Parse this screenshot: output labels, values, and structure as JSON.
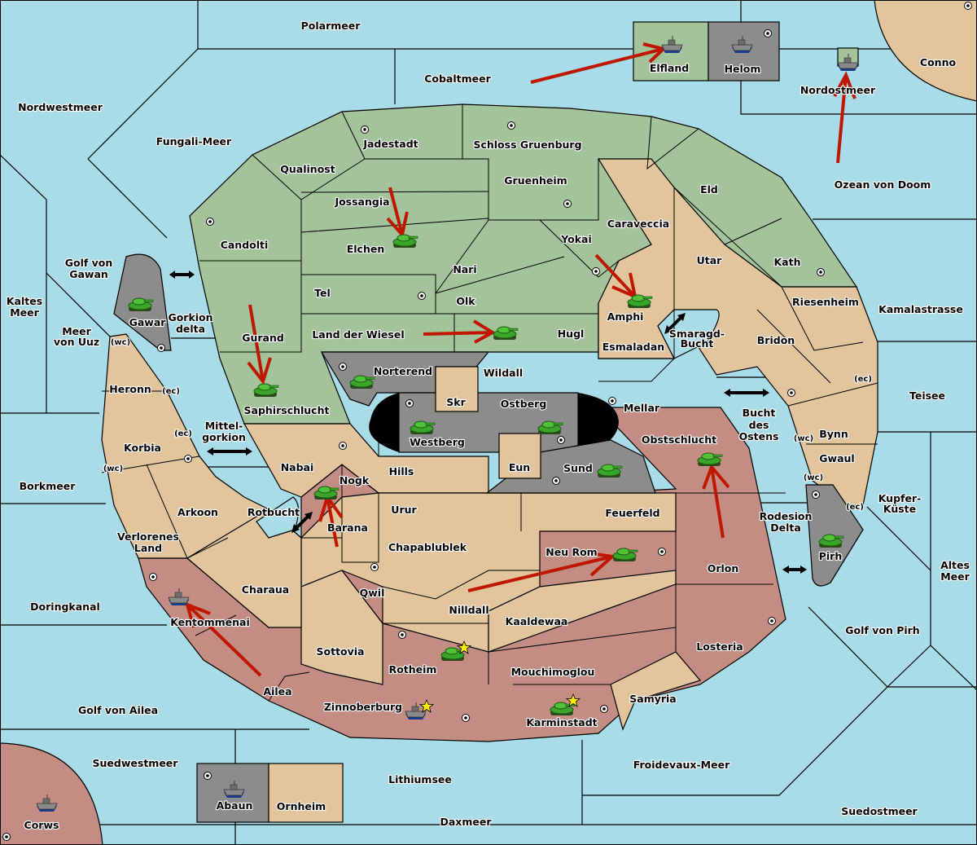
{
  "map": {
    "title": "Diplomacy-style variant map",
    "colors": {
      "sea": "#a8dce9",
      "green_power": "#a3c49a",
      "tan_neutral": "#e2c59c",
      "red_power": "#c38d84",
      "gray_power": "#8c8c8c",
      "order_arrow": "#c01800",
      "border": "#000000"
    },
    "sea_regions": [
      "Polarmeer",
      "Cobaltmeer",
      "Nordwestmeer",
      "Fungali-Meer",
      "Nordostmeer",
      "Ozean von Doom",
      "Kamalastrasse",
      "Teisee",
      "Kupfer-Küste",
      "Altes Meer",
      "Golf von Pirh",
      "Suedostmeer",
      "Froidevaux-Meer",
      "Daxmeer",
      "Lithiumsee",
      "Suedwestmeer",
      "Golf von Ailea",
      "Doringkanal",
      "Borkmeer",
      "Kaltes Meer",
      "Meer von Uuz",
      "Golf von Gawan",
      "Gorkion delta",
      "Mittel-gorkion",
      "Rotbucht",
      "Smaragd-Bucht",
      "Bucht des Ostens",
      "Rodesion Delta"
    ],
    "labels": {
      "polarmeer": "Polarmeer",
      "cobaltmeer": "Cobaltmeer",
      "nordwestmeer": "Nordwestmeer",
      "fungali": "Fungali-Meer",
      "nordostmeer": "Nordostmeer",
      "ozean": "Ozean von Doom",
      "conno": "Conno",
      "elfland": "Elfland",
      "helom": "Helom",
      "kamalastrasse": "Kamalastrasse",
      "teisee": "Teisee",
      "kupfer1": "Kupfer-",
      "kupfer2": "Küste",
      "altes1": "Altes",
      "altes2": "Meer",
      "golfpirh": "Golf von Pirh",
      "suedostmeer": "Suedostmeer",
      "froidevaux": "Froidevaux-Meer",
      "daxmeer": "Daxmeer",
      "lithiumsee": "Lithiumsee",
      "suedwestmeer": "Suedwestmeer",
      "golfailea": "Golf von Ailea",
      "doringkanal": "Doringkanal",
      "borkmeer": "Borkmeer",
      "kaltes1": "Kaltes",
      "kaltes2": "Meer",
      "uuz1": "Meer",
      "uuz2": "von Uuz",
      "gawan1": "Golf von",
      "gawan2": "Gawan",
      "gorkion1": "Gorkion",
      "gorkion2": "delta",
      "mittel1": "Mittel-",
      "mittel2": "gorkion",
      "rotbucht": "Rotbucht",
      "smaragd1": "Smaragd-",
      "smaragd2": "Bucht",
      "buchtost1": "Bucht",
      "buchtost2": "des",
      "buchtost3": "Ostens",
      "rodesion1": "Rodesion",
      "rodesion2": "Delta",
      "corws": "Corws",
      "abaun": "Abaun",
      "ornheim": "Ornheim",
      "jadestadt": "Jadestadt",
      "schloss": "Schloss Gruenburg",
      "qualinost": "Qualinost",
      "candolti": "Candolti",
      "jossangia": "Jossangia",
      "elchen": "Elchen",
      "gruenheim": "Gruenheim",
      "caraveccia": "Caraveccia",
      "eld": "Eld",
      "kath": "Kath",
      "utar": "Utar",
      "yokai": "Yokai",
      "nari": "Nari",
      "tel": "Tel",
      "olk": "Olk",
      "amphi": "Amphi",
      "gurand": "Gurand",
      "wiesel": "Land der Wiesel",
      "hugl": "Hugl",
      "esmaladan": "Esmaladan",
      "riesenheim": "Riesenheim",
      "bridon": "Bridon",
      "gawar": "Gawar",
      "heronn": "Heronn",
      "korbia": "Korbia",
      "norterend": "Norterend",
      "wildall": "Wildall",
      "saphir": "Saphirschlucht",
      "skr": "Skr",
      "ostberg": "Ostberg",
      "westberg": "Westberg",
      "mellar": "Mellar",
      "bynn": "Bynn",
      "gwaul": "Gwaul",
      "obstschlucht": "Obstschlucht",
      "nabai": "Nabai",
      "hills": "Hills",
      "eun": "Eun",
      "sund": "Sund",
      "nogk": "Nogk",
      "arkoon": "Arkoon",
      "urur": "Urur",
      "feuerfeld": "Feuerfeld",
      "barana": "Barana",
      "verlorenes1": "Verlorenes",
      "verlorenes2": "Land",
      "chapa": "Chapablublek",
      "neurom": "Neu Rom",
      "orlon": "Orlon",
      "pirh": "Pirh",
      "charaua": "Charaua",
      "qwil": "Qwil",
      "nilldall": "Nilldall",
      "kentommenai": "Kentommenai",
      "kaaldewaa": "Kaaldewaa",
      "losteria": "Losteria",
      "sottovia": "Sottovia",
      "rotheim": "Rotheim",
      "mouchimoglou": "Mouchimoglou",
      "ailea": "Ailea",
      "zinnoberburg": "Zinnoberburg",
      "karminstadt": "Karminstadt",
      "samyria": "Samyria",
      "wc": "(wc)",
      "ec": "(ec)"
    },
    "units": [
      {
        "type": "fleet",
        "province": "Elfland"
      },
      {
        "type": "fleet",
        "province": "Helom"
      },
      {
        "type": "fleet",
        "province": "Nordostmeer"
      },
      {
        "type": "army",
        "province": "Elchen"
      },
      {
        "type": "army",
        "province": "Amphi"
      },
      {
        "type": "army",
        "province": "Hugl"
      },
      {
        "type": "army",
        "province": "Gawar"
      },
      {
        "type": "army",
        "province": "Saphirschlucht"
      },
      {
        "type": "army",
        "province": "Norterend"
      },
      {
        "type": "army",
        "province": "Westberg"
      },
      {
        "type": "army",
        "province": "Ostberg"
      },
      {
        "type": "army",
        "province": "Sund"
      },
      {
        "type": "army",
        "province": "Obstschlucht"
      },
      {
        "type": "army",
        "province": "Nogk"
      },
      {
        "type": "army",
        "province": "Neu Rom"
      },
      {
        "type": "army",
        "province": "Pirh"
      },
      {
        "type": "fleet",
        "province": "Kentommenai"
      },
      {
        "type": "army",
        "province": "Rotheim",
        "new_build": true
      },
      {
        "type": "fleet",
        "province": "Zinnoberburg",
        "new_build": true
      },
      {
        "type": "army",
        "province": "Karminstadt",
        "new_build": true
      },
      {
        "type": "fleet",
        "province": "Corws"
      },
      {
        "type": "fleet",
        "province": "Abaun"
      }
    ],
    "orders": [
      {
        "from": "Cobaltmeer",
        "to": "Elfland"
      },
      {
        "from": "Ozean von Doom",
        "to": "Nordostmeer"
      },
      {
        "from": "Jossangia",
        "to": "Elchen"
      },
      {
        "from": "Yokai",
        "to": "Amphi"
      },
      {
        "from": "Land der Wiesel",
        "to": "Hugl"
      },
      {
        "from": "Gurand",
        "to": "Saphirschlucht"
      },
      {
        "from": "Barana",
        "to": "Nogk"
      },
      {
        "from": "Nilldall",
        "to": "Neu Rom"
      },
      {
        "from": "Orlon",
        "to": "Obstschlucht"
      },
      {
        "from": "Ailea",
        "to": "Kentommenai"
      }
    ]
  }
}
